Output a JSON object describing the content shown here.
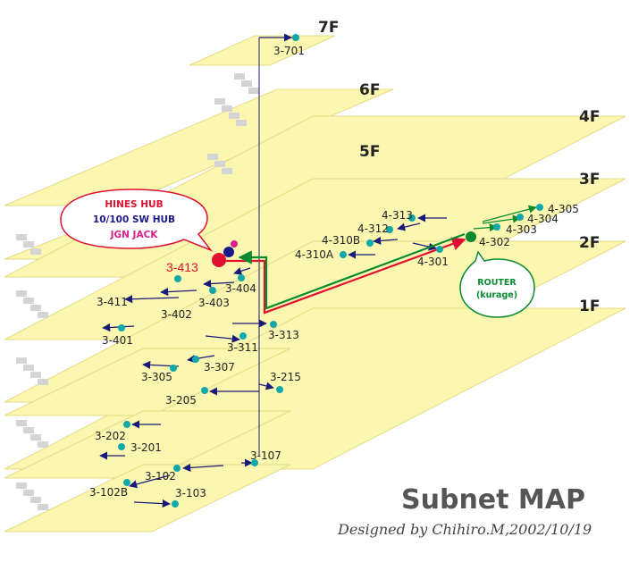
{
  "title": "Subnet MAP",
  "credit": "Designed by Chihiro.M,2002/10/19",
  "colors": {
    "floor_fill": "#fbf7b0",
    "floor_stroke": "#e3dc85",
    "node": "#10a8a8",
    "arrow": "#1a1a7a",
    "hub_red": "#e01030",
    "hub_blue": "#1a1a8a",
    "hub_pink": "#d8208a",
    "router": "#0a8a30",
    "stair": "#d4d4d4"
  },
  "floors": [
    {
      "label": "7F"
    },
    {
      "label": "6F"
    },
    {
      "label": "5F"
    },
    {
      "label": "4F"
    },
    {
      "label": "3F"
    },
    {
      "label": "2F"
    },
    {
      "label": "1F"
    }
  ],
  "rooms": [
    {
      "label": "3-701"
    },
    {
      "label": "3-404"
    },
    {
      "label": "3-411"
    },
    {
      "label": "3-403"
    },
    {
      "label": "3-402"
    },
    {
      "label": "3-401"
    },
    {
      "label": "3-313"
    },
    {
      "label": "3-311"
    },
    {
      "label": "3-307"
    },
    {
      "label": "3-305"
    },
    {
      "label": "3-215"
    },
    {
      "label": "3-205"
    },
    {
      "label": "3-202"
    },
    {
      "label": "3-201"
    },
    {
      "label": "3-107"
    },
    {
      "label": "3-102"
    },
    {
      "label": "3-102B"
    },
    {
      "label": "3-103"
    },
    {
      "label": "4-313"
    },
    {
      "label": "4-312"
    },
    {
      "label": "4-310B"
    },
    {
      "label": "4-310A"
    },
    {
      "label": "4-301"
    },
    {
      "label": "4-305"
    },
    {
      "label": "4-304"
    },
    {
      "label": "4-303"
    },
    {
      "label": "4-302"
    }
  ],
  "hub": {
    "label": "3-413"
  },
  "legend": {
    "hines_hub": "HINES HUB",
    "sw_hub": "10/100 SW HUB",
    "jgn_jack": "JGN JACK"
  },
  "router": {
    "line1": "ROUTER",
    "line2": "(kurage)"
  }
}
